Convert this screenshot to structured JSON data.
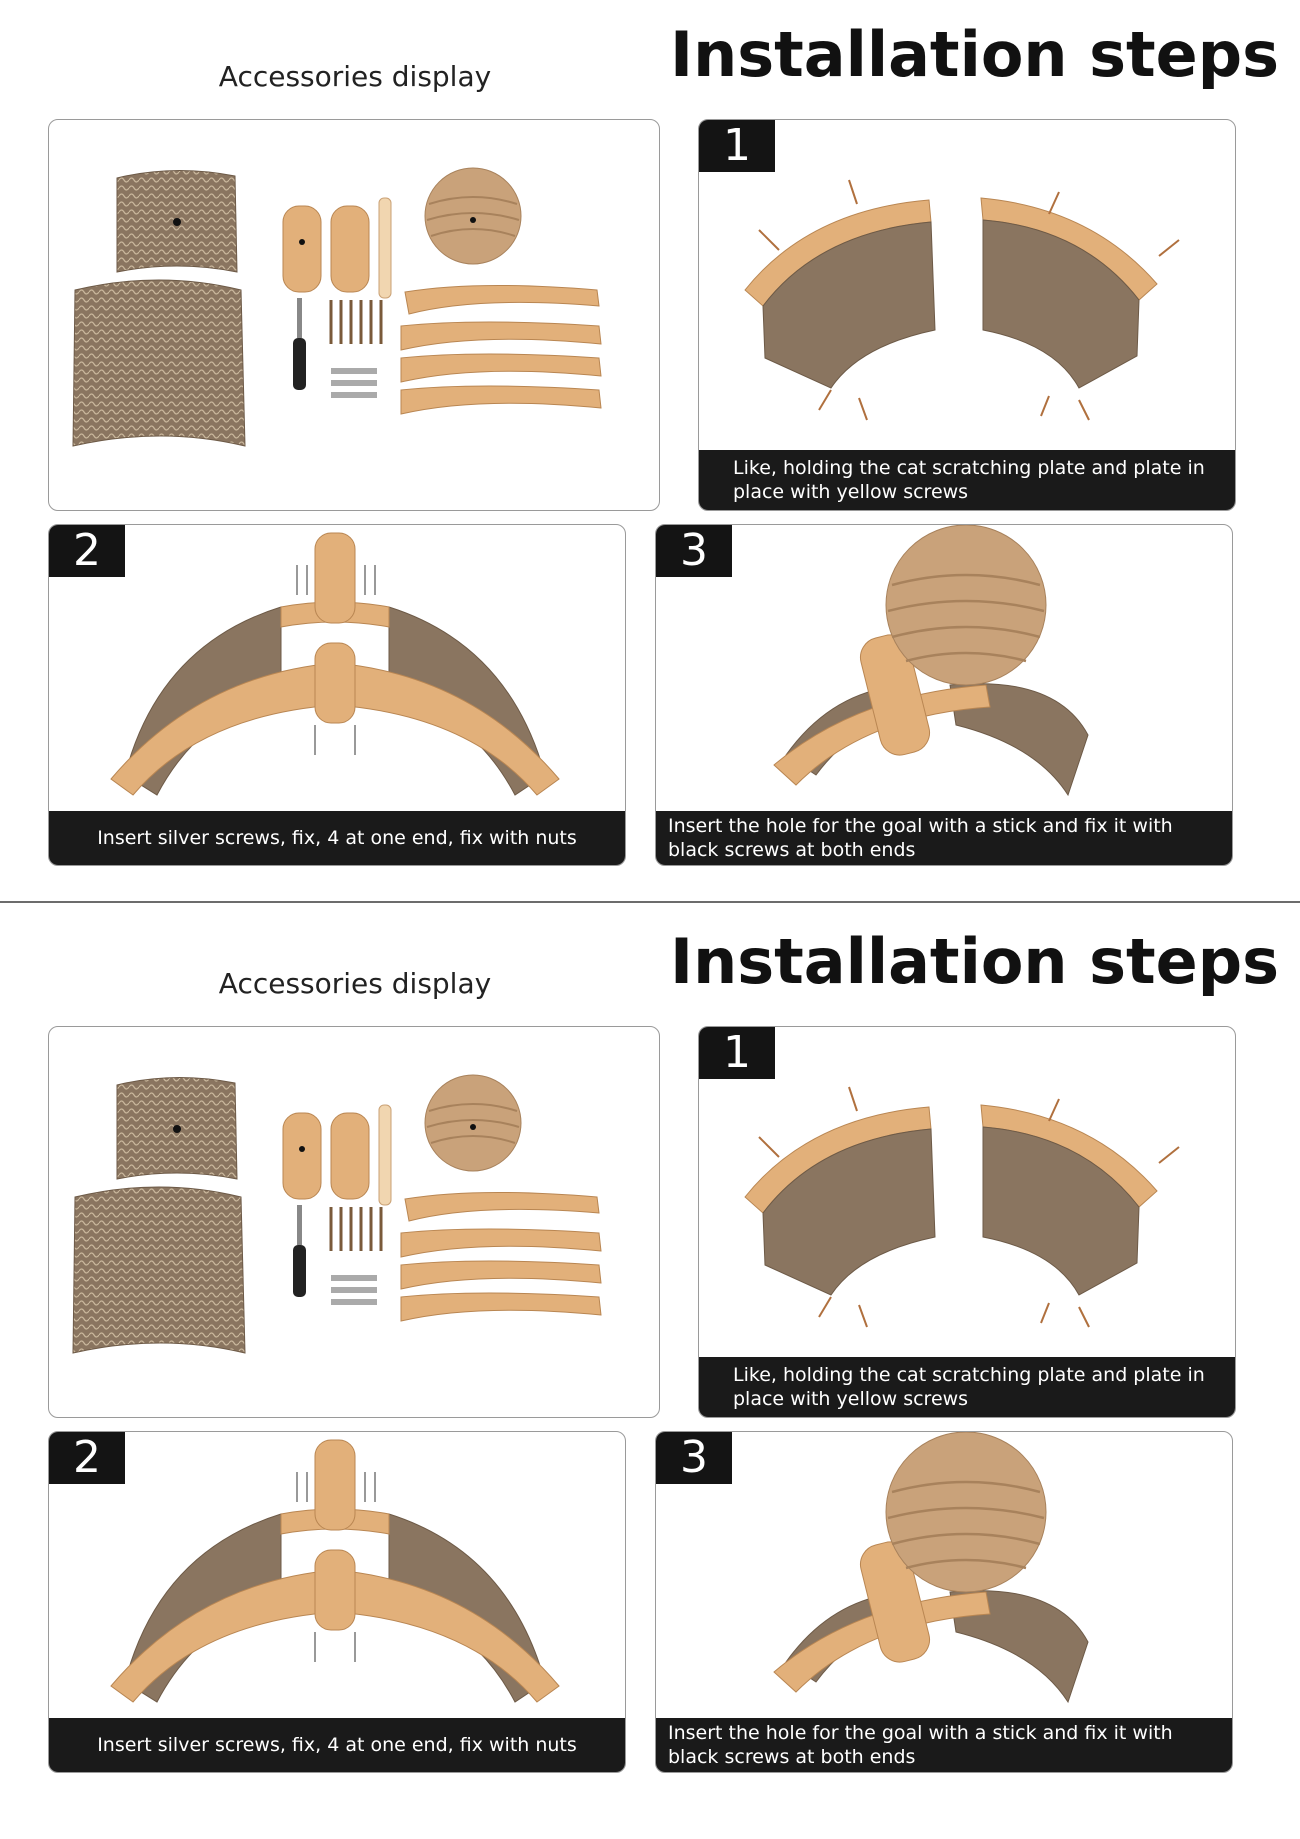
{
  "sections": [
    {
      "main_title": "Installation steps",
      "accessories_title": "Accessories display",
      "steps": [
        {
          "number": "1",
          "caption": "Like, holding the cat scratching plate and plate in place with yellow screws"
        },
        {
          "number": "2",
          "caption": "Insert silver screws, fix, 4 at one end, fix with nuts"
        },
        {
          "number": "3",
          "caption": "Insert the hole for the goal with a stick and fix it with black screws at both ends"
        }
      ]
    },
    {
      "main_title": "Installation steps",
      "accessories_title": "Accessories display",
      "steps": [
        {
          "number": "1",
          "caption": "Like, holding the cat scratching plate and plate in place with yellow screws"
        },
        {
          "number": "2",
          "caption": "Insert silver screws, fix, 4 at one end, fix with nuts"
        },
        {
          "number": "3",
          "caption": "Insert the hole for the goal with a stick and fix it with black screws at both ends"
        }
      ]
    }
  ],
  "colors": {
    "wood": "#e2b07a",
    "wood_dark": "#c68d52",
    "cardboard": "#8a7560",
    "cardboard_light": "#b5a48e",
    "sisal": "#c9a27a",
    "caption_bg": "#1a1a1a",
    "number_bg": "#141414"
  }
}
